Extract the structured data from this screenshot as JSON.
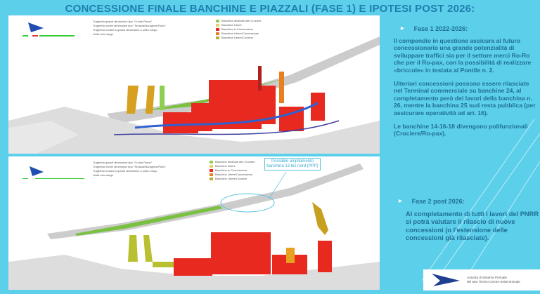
{
  "title": "CONCESSIONE FINALE BANCHINE E PIAZZALI (FASE 1) E IPOTESI POST 2026:",
  "map_legend": {
    "vessels": [
      "Traghetto grandi dimensioni tipo \"Cruise Roma\"",
      "Traghetto medie dimensioni tipo \"Tenacia/Nuraghes/Florio\"",
      "Traghetto moderno grandi dimensioni o unità Cargo",
      "Unità solo cargo"
    ],
    "zones": [
      {
        "label": "Banchine dedicate alle Crociere",
        "color": "#8fcf50"
      },
      {
        "label": "Banchine Libere",
        "color": "#e8d070"
      },
      {
        "label": "Banchine in Concessione",
        "color": "#e8291f"
      },
      {
        "label": "Banchine Libere/Concessione",
        "color": "#e8801f"
      },
      {
        "label": "Banchine Libere/Crociere",
        "color": "#b8b030"
      }
    ]
  },
  "callout": "Possibile ampliamento banchina 13 bis nord (PPP)",
  "fase1": {
    "heading": "Fase 1 2022-2026:",
    "paragraphs": [
      "Il compendio in questione assicura al futuro concessionario una grande potenzialità di sviluppare traffici sia per il settore merci Ro-Ro che per il Ro-pax, con la possibilità di realizzare «briccole» in testata al Pontile n. 2.",
      "Ulteriori concessioni possono essere rilasciate nel Terminal commerciale su banchine  24, al completamento però dei lavori della banchina n. 26, mentre la banchina 25 sud resta pubblica (per assicurare operatività ad art. 16).",
      "Le banchine 14-16-18 divengono polifunzionali (Crociere/Ro-pax)."
    ]
  },
  "fase2": {
    "heading": "Fase 2 post 2026:",
    "paragraph": "Al completamento di  tutti i lavori del PNRR si potrà valutare il rilascio di nuove concessioni (o l'estensione delle concessioni già rilasciate)."
  },
  "logo": {
    "line1": "Autorità di Sistema Portuale",
    "line2": "del Mar Tirreno Centro-Settentrionale"
  }
}
